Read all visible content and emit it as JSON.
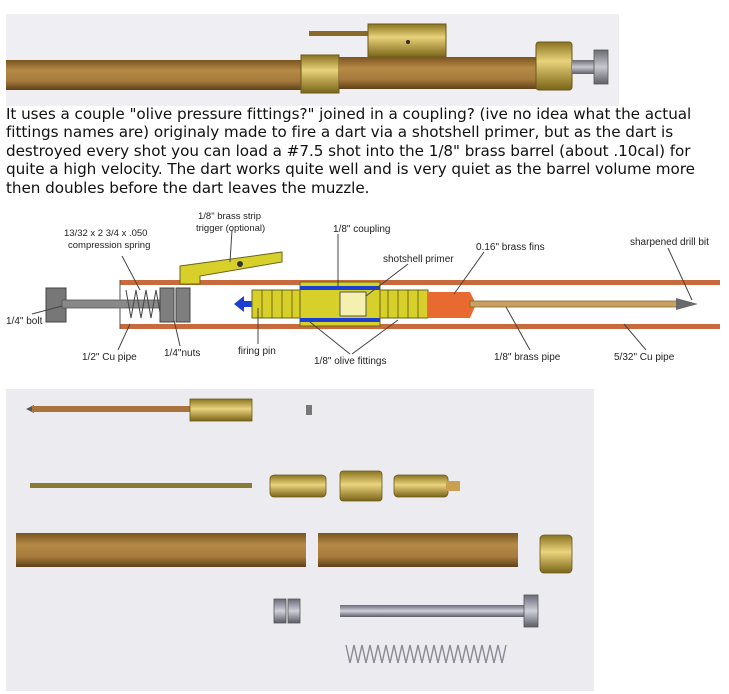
{
  "description": "It uses a couple \"olive pressure fittings?\" joined in a coupling? (ive no idea what the actual fittings names are) originaly made to fire a dart via a shotshell primer, but as the dart is destroyed every shot you can load a #7.5 shot into the 1/8\" brass barrel (about .10cal) for quite a high velocity. The dart works quite well and is very quiet as the barrel volume more then doubles before the dart leaves the muzzle.",
  "diagram": {
    "labels": {
      "spring": [
        "13/32 x 2 3/4 x .050",
        "compression spring"
      ],
      "trigger": [
        "1/8\" brass strip",
        "trigger (optional)"
      ],
      "coupling": "1/8\" coupling",
      "primer": "shotshell primer",
      "fins": "0.16\" brass fins",
      "drill_bit": "sharpened drill bit",
      "bolt": "1/4\" bolt",
      "cu_pipe_half": "1/2\" Cu pipe",
      "nuts": "1/4\"nuts",
      "firing_pin": "firing pin",
      "olive_fittings": "1/8\" olive fittings",
      "brass_pipe": "1/8\" brass pipe",
      "cu_pipe_small": "5/32\" Cu pipe"
    }
  },
  "colors": {
    "copper": "#c96a3c",
    "brass": "#d8d02a",
    "fins": "#e86a30",
    "steel": "#7e7e7e",
    "blue": "#1b3fd0",
    "photo_bg": "#ecebef",
    "wood": "#a57a3c"
  }
}
